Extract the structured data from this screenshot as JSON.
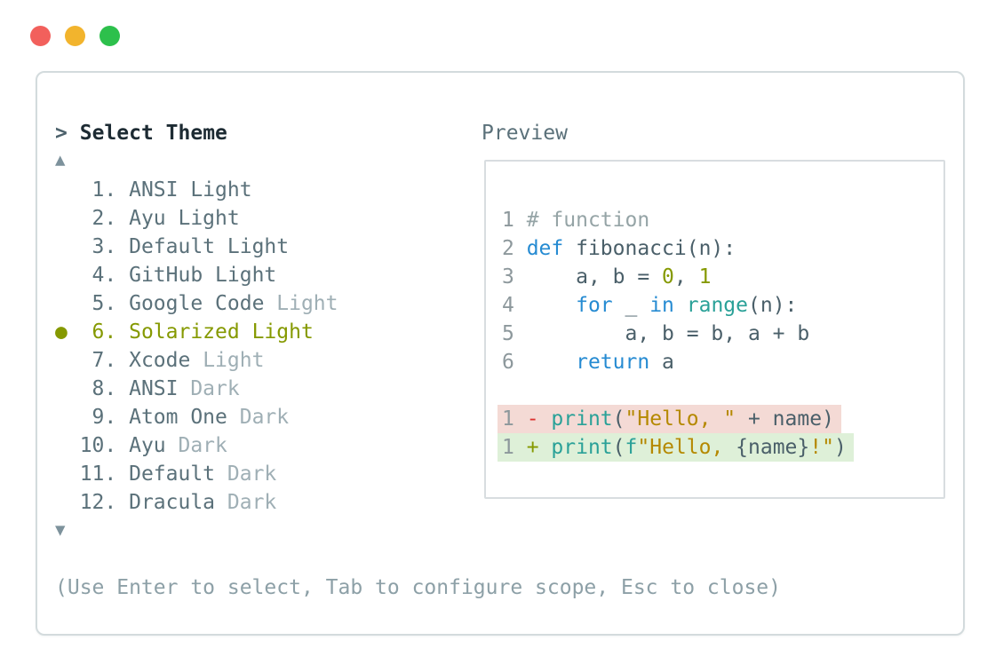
{
  "window": {
    "controls": [
      {
        "name": "close",
        "color": "#f2605c"
      },
      {
        "name": "minimize",
        "color": "#f2b42d"
      },
      {
        "name": "maximize",
        "color": "#2dc04c"
      }
    ]
  },
  "dialog": {
    "prompt_glyph": ">",
    "title": "Select Theme",
    "scroll_up_glyph": "▲",
    "scroll_down_glyph": "▼",
    "selected_marker": "●",
    "footer": "(Use Enter to select, Tab to configure scope, Esc to close)",
    "themes": [
      {
        "number": 1,
        "name": "ANSI Light",
        "variant": "",
        "selected": false
      },
      {
        "number": 2,
        "name": "Ayu Light",
        "variant": "",
        "selected": false
      },
      {
        "number": 3,
        "name": "Default Light",
        "variant": "",
        "selected": false
      },
      {
        "number": 4,
        "name": "GitHub Light",
        "variant": "",
        "selected": false
      },
      {
        "number": 5,
        "name": "Google Code",
        "variant": "Light",
        "selected": false
      },
      {
        "number": 6,
        "name": "Solarized Light",
        "variant": "",
        "selected": true
      },
      {
        "number": 7,
        "name": "Xcode",
        "variant": "Light",
        "selected": false
      },
      {
        "number": 8,
        "name": "ANSI",
        "variant": "Dark",
        "selected": false
      },
      {
        "number": 9,
        "name": "Atom One",
        "variant": "Dark",
        "selected": false
      },
      {
        "number": 10,
        "name": "Ayu",
        "variant": "Dark",
        "selected": false
      },
      {
        "number": 11,
        "name": "Default",
        "variant": "Dark",
        "selected": false
      },
      {
        "number": 12,
        "name": "Dracula",
        "variant": "Dark",
        "selected": false
      }
    ]
  },
  "preview": {
    "label": "Preview",
    "lines": [
      {
        "num": "1",
        "diff": null,
        "tokens": [
          [
            "# function",
            "comment"
          ]
        ]
      },
      {
        "num": "2",
        "diff": null,
        "tokens": [
          [
            "def",
            "kw"
          ],
          [
            " fibonacci(n):",
            "plain"
          ]
        ]
      },
      {
        "num": "3",
        "diff": null,
        "tokens": [
          [
            "    a, b = ",
            "plain"
          ],
          [
            "0",
            "green"
          ],
          [
            ", ",
            "plain"
          ],
          [
            "1",
            "green"
          ]
        ]
      },
      {
        "num": "4",
        "diff": null,
        "tokens": [
          [
            "    ",
            "plain"
          ],
          [
            "for",
            "kw"
          ],
          [
            " _ ",
            "plain"
          ],
          [
            "in",
            "kw"
          ],
          [
            " ",
            "plain"
          ],
          [
            "range",
            "fn"
          ],
          [
            "(n):",
            "plain"
          ]
        ]
      },
      {
        "num": "5",
        "diff": null,
        "tokens": [
          [
            "        a, b = b, a + b",
            "plain"
          ]
        ]
      },
      {
        "num": "6",
        "diff": null,
        "tokens": [
          [
            "    ",
            "plain"
          ],
          [
            "return",
            "kw"
          ],
          [
            " a",
            "plain"
          ]
        ]
      },
      {
        "num": "",
        "diff": null,
        "tokens": []
      },
      {
        "num": "1",
        "diff": "removed",
        "tokens": [
          [
            "- ",
            "red"
          ],
          [
            "print",
            "fn"
          ],
          [
            "(",
            "plain"
          ],
          [
            "\"Hello, \"",
            "str"
          ],
          [
            " + name)",
            "plain"
          ]
        ]
      },
      {
        "num": "1",
        "diff": "added",
        "tokens": [
          [
            "+ ",
            "green"
          ],
          [
            "print",
            "fn"
          ],
          [
            "(",
            "plain"
          ],
          [
            "f",
            "fn"
          ],
          [
            "\"Hello, ",
            "str"
          ],
          [
            "{name}",
            "plain"
          ],
          [
            "!\"",
            "str"
          ],
          [
            ")",
            "plain"
          ]
        ]
      }
    ]
  },
  "colors": {
    "selected_accent": "#859900",
    "keyword_blue": "#268bd2",
    "function_teal": "#2aa198",
    "string_gold": "#b58900",
    "diff_removed_fg": "#dc322f",
    "diff_removed_bg": "#f4dad5",
    "diff_added_bg": "#def0d8",
    "item_text": "#5b717a",
    "item_dim_text": "#9fafb5",
    "title_text": "#1d2b33"
  }
}
